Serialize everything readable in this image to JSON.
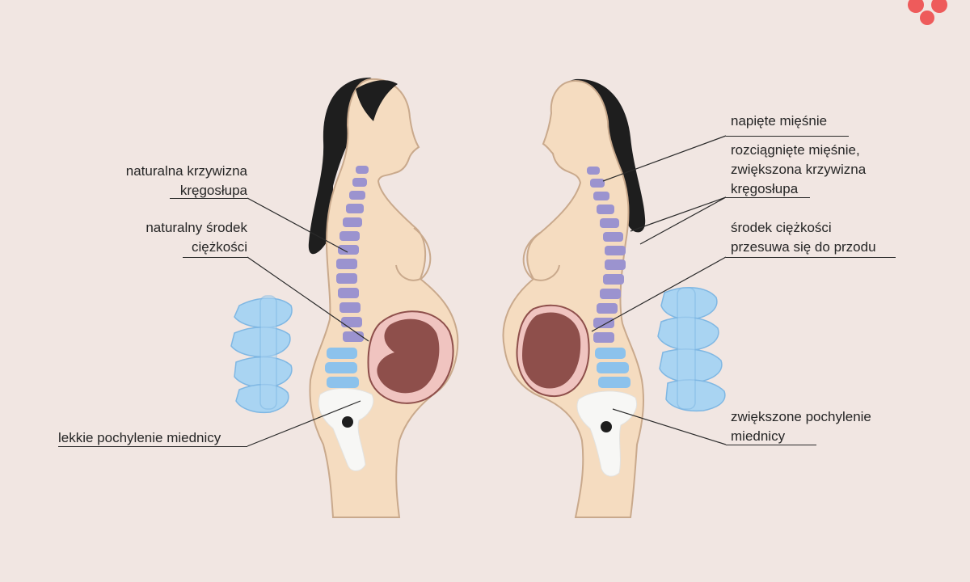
{
  "colors": {
    "background": "#f1e6e2",
    "skin": "#f5dcc0",
    "outline": "#c9a98c",
    "hair": "#1e1e1e",
    "spine": "#9b93cf",
    "lumbar": "#8cc2ec",
    "womb": "#f0c4c0",
    "fetus": "#8e4f4b",
    "bone": "#f7f7f5",
    "logo": "#ee5b5b"
  },
  "labels": {
    "natural_curve": [
      "naturalna krzywizna",
      "kręgosłupa"
    ],
    "natural_center": [
      "naturalny środek",
      "ciężkości"
    ],
    "slight_tilt": [
      "lekkie pochylenie miednicy"
    ],
    "tense_muscles": [
      "napięte mięśnie"
    ],
    "stretched_muscles": [
      "rozciągnięte mięśnie,",
      "zwiększona krzywizna",
      "kręgosłupa"
    ],
    "center_shifts": [
      "środek ciężkości",
      "przesuwa się do przodu"
    ],
    "increased_tilt": [
      "zwiększone pochylenie",
      "miednicy"
    ]
  }
}
